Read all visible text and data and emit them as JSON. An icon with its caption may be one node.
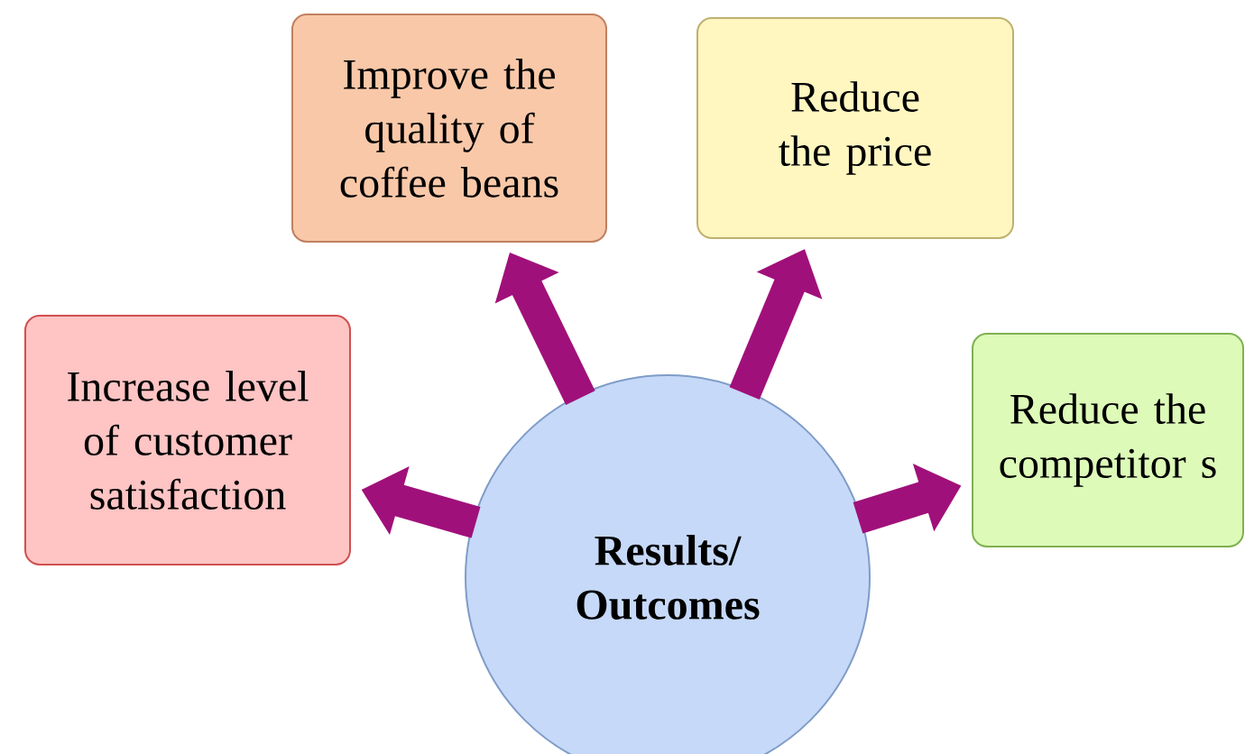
{
  "diagram": {
    "nodes": [
      {
        "text": [
          "Results/ Outcomes"
        ]
      },
      {
        "text": [
          "Increase level of customer satisfaction"
        ]
      },
      {
        "text": [
          "Improve the quality of coffee beans"
        ]
      },
      {
        "text": [
          "Reduce the price"
        ]
      },
      {
        "text": [
          "Reduce the competitor s"
        ]
      }
    ],
    "edges": [
      {
        "from": 0,
        "to": 1,
        "arrow": "to"
      },
      {
        "from": 0,
        "to": 2,
        "arrow": "to"
      },
      {
        "from": 0,
        "to": 3,
        "arrow": "to"
      },
      {
        "from": 0,
        "to": 4,
        "arrow": "to"
      }
    ]
  }
}
